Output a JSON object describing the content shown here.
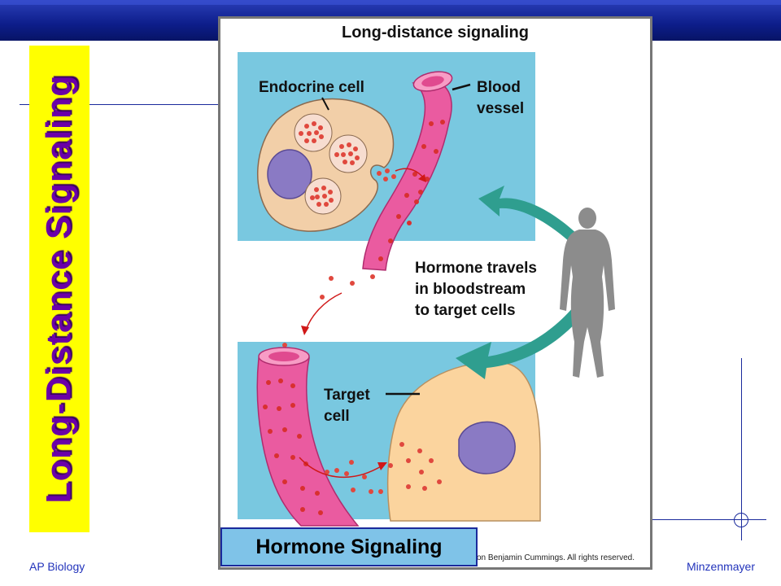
{
  "slide": {
    "side_title": "Long-Distance Signaling",
    "footer_left": "AP Biology",
    "footer_right": "Minzenmayer"
  },
  "figure": {
    "title": "Long-distance signaling",
    "label_endocrine_cell": "Endocrine cell",
    "label_blood_line1": "Blood",
    "label_blood_line2": "vessel",
    "label_travel_line1": "Hormone travels",
    "label_travel_line2": "in bloodstream",
    "label_travel_line3": "to target cells",
    "label_target_line1": "Target",
    "label_target_line2": "cell",
    "copyright": "on Benjamin Cummings. All rights reserved.",
    "caption": "Hormone Signaling"
  },
  "colors": {
    "accent_blue": "#1a2a9c",
    "title_purple": "#6a00a8",
    "title_bg": "#ffff00",
    "panel_blue": "#79c8e0",
    "vessel_pink": "#e8559c",
    "arrow_teal": "#2f9e8f"
  }
}
